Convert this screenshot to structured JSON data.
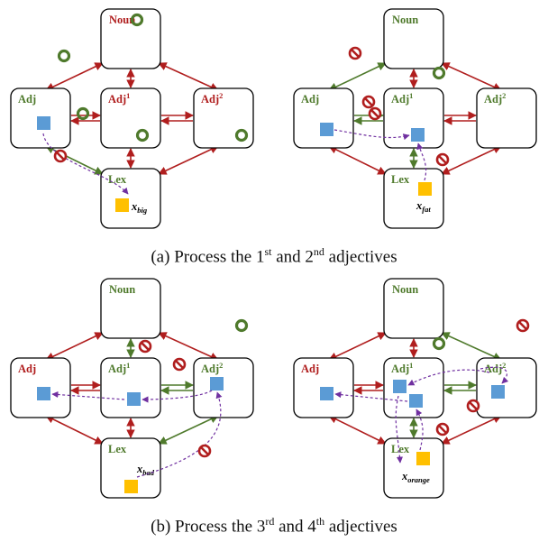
{
  "colors": {
    "red": "#b01e1e",
    "green": "#4f7a2c",
    "blue": "#5b9bd5",
    "yellow": "#ffc000",
    "purple": "#7030a0",
    "box_border": "#000000"
  },
  "node_labels": {
    "noun": "Noun",
    "adj": "Adj",
    "adj1": "Adj",
    "adj1_sup": "1",
    "adj2": "Adj",
    "adj2_sup": "2",
    "lex": "Lex"
  },
  "icons": {
    "allowed": "green-ring-icon",
    "blocked": "red-prohibition-icon"
  },
  "panels": [
    {
      "id": "p1",
      "variable": {
        "base": "x",
        "sub": "big"
      },
      "label_colors": {
        "noun": "red",
        "adj": "green",
        "adj1": "red",
        "adj2": "red",
        "lex": "green"
      },
      "edge_colors": {
        "noun-adj": "red",
        "noun-adj1": "red",
        "noun-adj2": "red",
        "adj-adj1": "red",
        "adj1-adj2": "red",
        "adj-lex": "green",
        "adj1-lex": "red",
        "adj2-lex": "red"
      }
    },
    {
      "id": "p2",
      "variable": {
        "base": "x",
        "sub": "fat"
      },
      "label_colors": {
        "noun": "green",
        "adj": "green",
        "adj1": "green",
        "adj2": "green",
        "lex": "green"
      },
      "edge_colors": {
        "noun-adj": "green",
        "noun-adj1": "red",
        "noun-adj2": "red",
        "adj-adj1": "green",
        "adj1-adj2": "red",
        "adj-lex": "red",
        "adj1-lex": "green",
        "adj2-lex": "red"
      }
    },
    {
      "id": "p3",
      "variable": {
        "base": "x",
        "sub": "bad"
      },
      "label_colors": {
        "noun": "green",
        "adj": "red",
        "adj1": "green",
        "adj2": "green",
        "lex": "green"
      },
      "edge_colors": {
        "noun-adj": "red",
        "noun-adj1": "green",
        "noun-adj2": "red",
        "adj-adj1": "red",
        "adj1-adj2": "green",
        "adj-lex": "red",
        "adj1-lex": "red",
        "adj2-lex": "green"
      }
    },
    {
      "id": "p4",
      "variable": {
        "base": "x",
        "sub": "orange"
      },
      "label_colors": {
        "noun": "green",
        "adj": "red",
        "adj1": "green",
        "adj2": "green",
        "lex": "green"
      },
      "edge_colors": {
        "noun-adj": "red",
        "noun-adj1": "red",
        "noun-adj2": "green",
        "adj-adj1": "red",
        "adj1-adj2": "green",
        "adj-lex": "red",
        "adj1-lex": "green",
        "adj2-lex": "red"
      }
    }
  ],
  "captions": {
    "a": {
      "prefix": "(a) Process the 1",
      "sup1": "st",
      "mid": " and 2",
      "sup2": "nd",
      "suffix": " adjectives"
    },
    "b": {
      "prefix": "(b) Process the 3",
      "sup1": "rd",
      "mid": " and 4",
      "sup2": "th",
      "suffix": " adjectives"
    }
  }
}
